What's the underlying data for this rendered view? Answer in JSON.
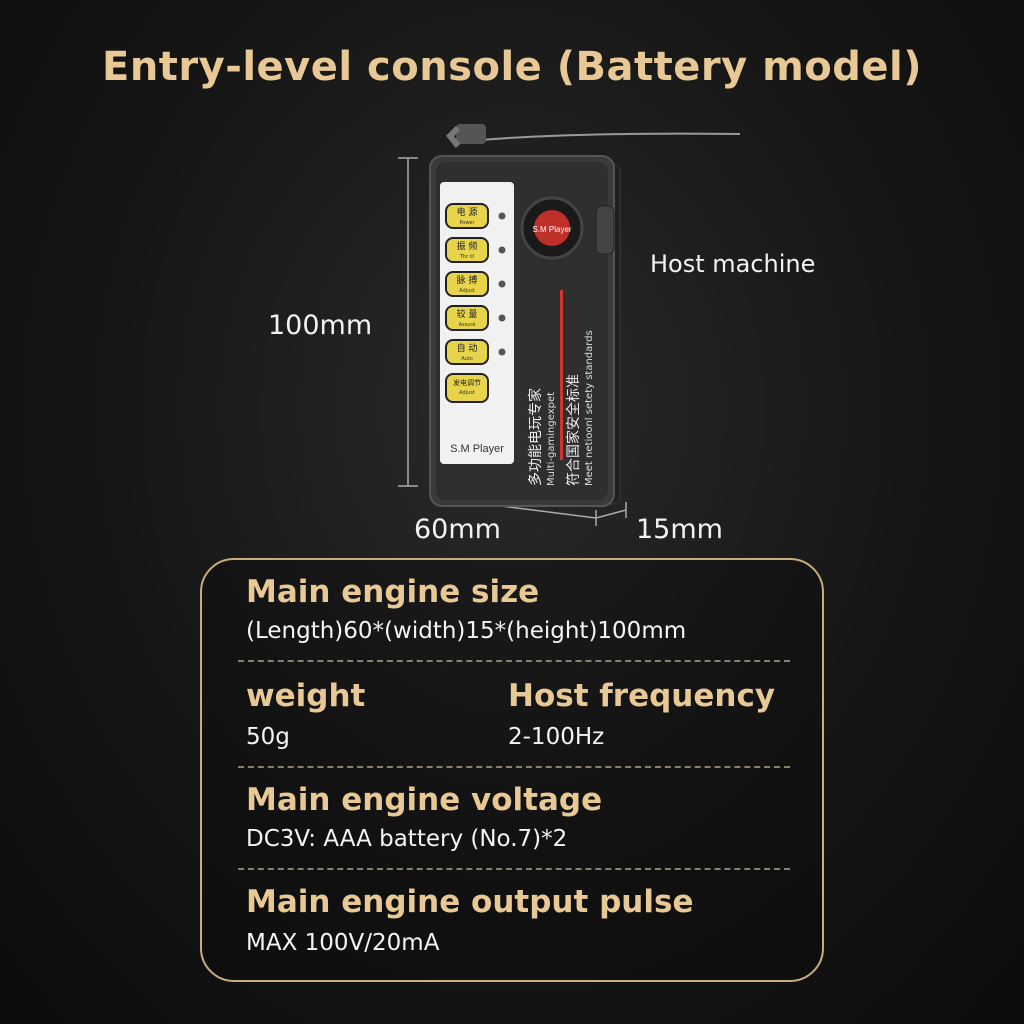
{
  "title": "Entry-level console (Battery model)",
  "dimensions": {
    "height": "100mm",
    "width": "60mm",
    "depth": "15mm"
  },
  "host_label": "Host machine",
  "device": {
    "buttons": [
      {
        "cn": "电 源",
        "en": "Power"
      },
      {
        "cn": "振 频",
        "en": "Thr ill"
      },
      {
        "cn": "脉 搏",
        "en": "Adjust"
      },
      {
        "cn": "较 量",
        "en": "Assure"
      },
      {
        "cn": "自 动",
        "en": "Auto"
      },
      {
        "cn": "发电调节",
        "en": "Adjust"
      }
    ],
    "brand": "S.M Player",
    "knob_brand": "S.M Player",
    "side_text_cn_1": "多功能电玩专家",
    "side_text_en_1": "Multi-gamingexpet",
    "side_text_cn_2": "符合国家安全标准",
    "side_text_en_2": "Meet netioonl setety standards"
  },
  "specs": {
    "size_title": "Main engine size",
    "size_value": "(Length)60*(width)15*(height)100mm",
    "weight_title": "weight",
    "weight_value": "50g",
    "freq_title": "Host frequency",
    "freq_value": "2-100Hz",
    "voltage_title": "Main engine voltage",
    "voltage_value": "DC3V: AAA battery (No.7)*2",
    "pulse_title": "Main engine output pulse",
    "pulse_value": "MAX 100V/20mA"
  },
  "colors": {
    "accent_gold": "#e8c894",
    "panel_border": "#c9ad7c",
    "button_yellow": "#e7d44a"
  }
}
